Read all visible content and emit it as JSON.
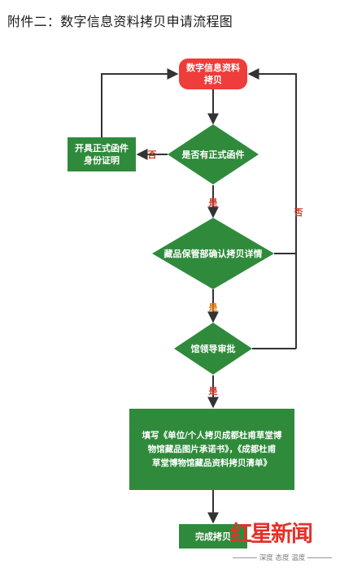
{
  "title": "附件二：数字信息资料拷贝申请流程图",
  "colors": {
    "start_fill": "#ee3d3a",
    "step_fill": "#2f8b3b",
    "connector": "#333333",
    "label_red": "#d23b2a",
    "label_orange": "#e07a13",
    "watermark_red": "#e5302a"
  },
  "nodes": {
    "start": {
      "line1": "数字信息资料",
      "line2": "拷贝"
    },
    "decision_letter": "是否有正式函件",
    "provide_letter": {
      "line1": "开具正式函件",
      "line2": "身份证明"
    },
    "decision_confirm": "藏品保管部确认拷贝详情",
    "decision_approve": "馆领导审批",
    "fill_forms": {
      "line1": "填写《单位/个人拷贝成都杜甫草堂博",
      "line2": "物馆藏品图片承诺书》，《成都杜甫",
      "line3": "草堂博物馆藏品资料拷贝清单》"
    },
    "done": "完成拷贝"
  },
  "edge_labels": {
    "letter_no": "否",
    "letter_yes": "是",
    "confirm_yes": "是",
    "approve_yes": "是",
    "loop_no": "否"
  },
  "watermark": {
    "logo": "红星新闻",
    "tagline": "深度 态度 温度"
  }
}
